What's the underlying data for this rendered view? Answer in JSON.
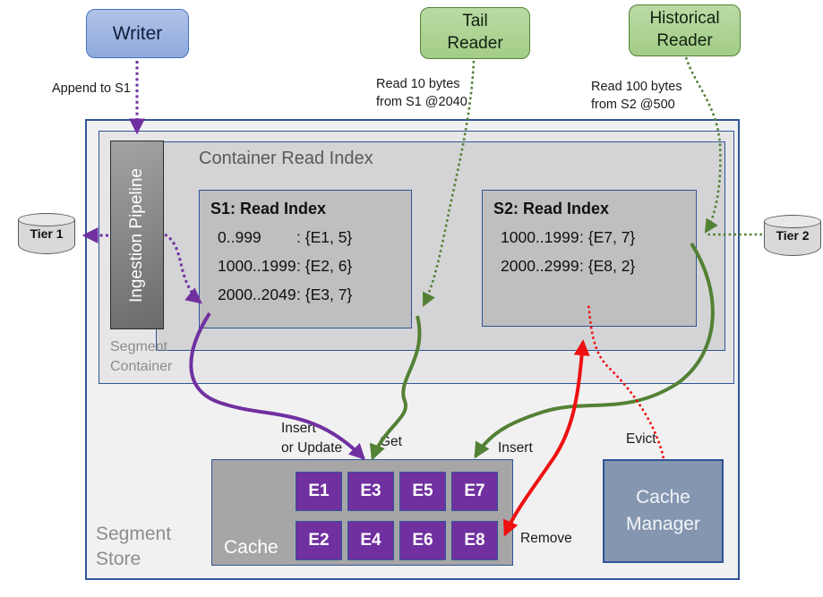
{
  "containers": {
    "segment_store": {
      "line1": "Segment",
      "line2": "Store"
    },
    "segment_container": {
      "line1": "Segment",
      "line2": "Container"
    },
    "container_read_index_title": "Container Read Index",
    "cache_label": "Cache"
  },
  "nodes": {
    "writer": {
      "label": "Writer"
    },
    "tail_reader": {
      "line1": "Tail",
      "line2": "Reader"
    },
    "historical_reader": {
      "line1": "Historical",
      "line2": "Reader"
    },
    "ingestion_pipeline": {
      "label": "Ingestion Pipeline"
    },
    "cache_manager": {
      "line1": "Cache",
      "line2": "Manager"
    },
    "tier1": {
      "label": "Tier 1"
    },
    "tier2": {
      "label": "Tier 2"
    }
  },
  "read_indexes": {
    "s1": {
      "title": "S1: Read Index",
      "rows": [
        {
          "range": "0..999",
          "entry": ": {E1, 5}"
        },
        {
          "range": "1000..1999",
          "entry": ": {E2, 6}"
        },
        {
          "range": "2000..2049",
          "entry": ": {E3, 7}"
        }
      ]
    },
    "s2": {
      "title": "S2: Read Index",
      "rows": [
        {
          "range": "1000..1999",
          "entry": ": {E7, 7}"
        },
        {
          "range": "2000..2999",
          "entry": ": {E8, 2}"
        }
      ]
    }
  },
  "cache_cells": {
    "top": [
      "E1",
      "E3",
      "E5",
      "E7"
    ],
    "bottom": [
      "E2",
      "E4",
      "E6",
      "E8"
    ]
  },
  "edge_labels": {
    "append": "Append to S1",
    "tail_read_line1": "Read 10 bytes",
    "tail_read_line2": "from S1 @2040",
    "historical_read_line1": "Read 100 bytes",
    "historical_read_line2": "from S2 @500",
    "insert_or_update_line1": "Insert",
    "insert_or_update_line2": "or Update",
    "get": "Get",
    "insert": "Insert",
    "evict": "Evict",
    "remove": "Remove"
  },
  "colors": {
    "writer_fill": "#8faadc",
    "reader_fill": "#a9d18e",
    "purple_arrow": "#7030a0",
    "green_arrow": "#538135",
    "red_arrow": "#ee1111",
    "box_border_blue": "#2f5597",
    "cache_cell_purple": "#7030a0",
    "cache_manager_fill": "#8496b0"
  }
}
